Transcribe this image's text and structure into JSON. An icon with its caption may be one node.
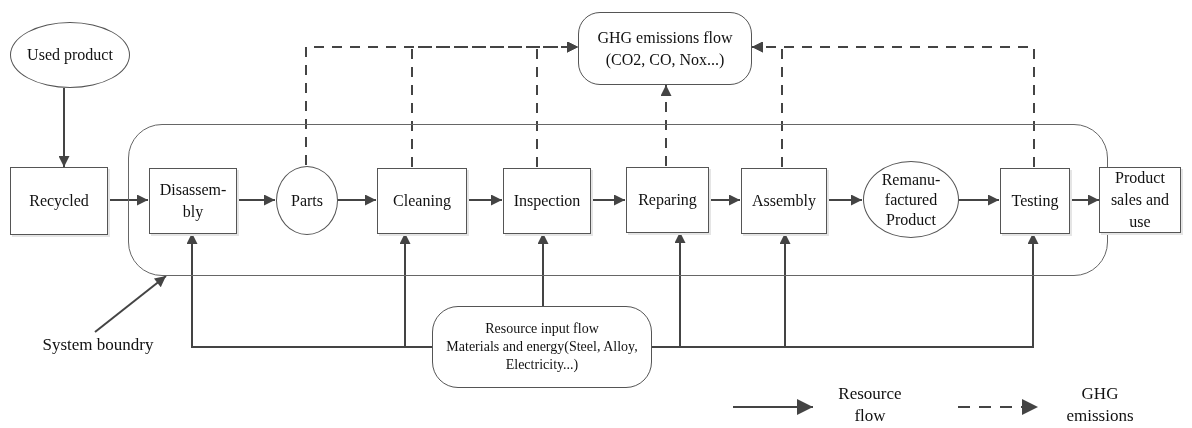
{
  "diagram": {
    "nodes": [
      {
        "text": [
          "Used product"
        ]
      },
      {
        "text": [
          "GHG emissions flow (CO2, CO, Nox...)"
        ]
      },
      {
        "text": [
          "Recycled"
        ]
      },
      {
        "text": [],
        "shape": "box"
      },
      {
        "text": [
          "Disassem- bly"
        ],
        "in": 3
      },
      {
        "text": [
          "Parts"
        ],
        "in": 3
      },
      {
        "text": [
          "Cleaning"
        ],
        "in": 3
      },
      {
        "text": [
          "Inspection"
        ],
        "in": 3
      },
      {
        "text": [
          "Reparing"
        ],
        "in": 3
      },
      {
        "text": [
          "Assembly"
        ],
        "in": 3
      },
      {
        "text": [
          "Remanu- factured Product"
        ],
        "in": 3
      },
      {
        "text": [
          "Testing"
        ],
        "in": 3
      },
      {
        "text": [
          "Product sales and use"
        ]
      },
      {
        "text": [
          "System boundry"
        ]
      },
      {
        "text": [
          "Resource input flow",
          "Materials and energy(Steel, Alloy, Electricity...)"
        ]
      }
    ],
    "edges": [
      {
        "from": 0,
        "to": 2,
        "arrow": "to"
      },
      {
        "from": 2,
        "to": 4,
        "arrow": "to"
      },
      {
        "from": 4,
        "to": 5,
        "arrow": "to"
      },
      {
        "from": 5,
        "to": 6,
        "arrow": "to"
      },
      {
        "from": 6,
        "to": 7,
        "arrow": "to"
      },
      {
        "from": 7,
        "to": 8,
        "arrow": "to"
      },
      {
        "from": 8,
        "to": 9,
        "arrow": "to"
      },
      {
        "from": 9,
        "to": 10,
        "arrow": "to"
      },
      {
        "from": 10,
        "to": 11,
        "arrow": "to"
      },
      {
        "from": 11,
        "to": 12,
        "arrow": "to"
      },
      {
        "from": 5,
        "to": 1,
        "arrow": "to",
        "style": "dashed"
      },
      {
        "from": 6,
        "to": 1,
        "arrow": "to",
        "style": "dashed"
      },
      {
        "from": 7,
        "to": 1,
        "arrow": "to",
        "style": "dashed"
      },
      {
        "from": 8,
        "to": 1,
        "arrow": "to",
        "style": "dashed"
      },
      {
        "from": 9,
        "to": 1,
        "arrow": "to",
        "style": "dashed"
      },
      {
        "from": 11,
        "to": 1,
        "arrow": "to",
        "style": "dashed"
      },
      {
        "from": 14,
        "to": 4,
        "arrow": "to"
      },
      {
        "from": 14,
        "to": 6,
        "arrow": "to"
      },
      {
        "from": 14,
        "to": 7,
        "arrow": "to"
      },
      {
        "from": 14,
        "to": 8,
        "arrow": "to"
      },
      {
        "from": 14,
        "to": 9,
        "arrow": "to"
      },
      {
        "from": 14,
        "to": 11,
        "arrow": "to"
      },
      {
        "from": 13,
        "to": 3,
        "arrow": "to"
      }
    ],
    "legend": [
      {
        "text": "Resource flow"
      },
      {
        "text": "GHG emissions"
      }
    ]
  }
}
